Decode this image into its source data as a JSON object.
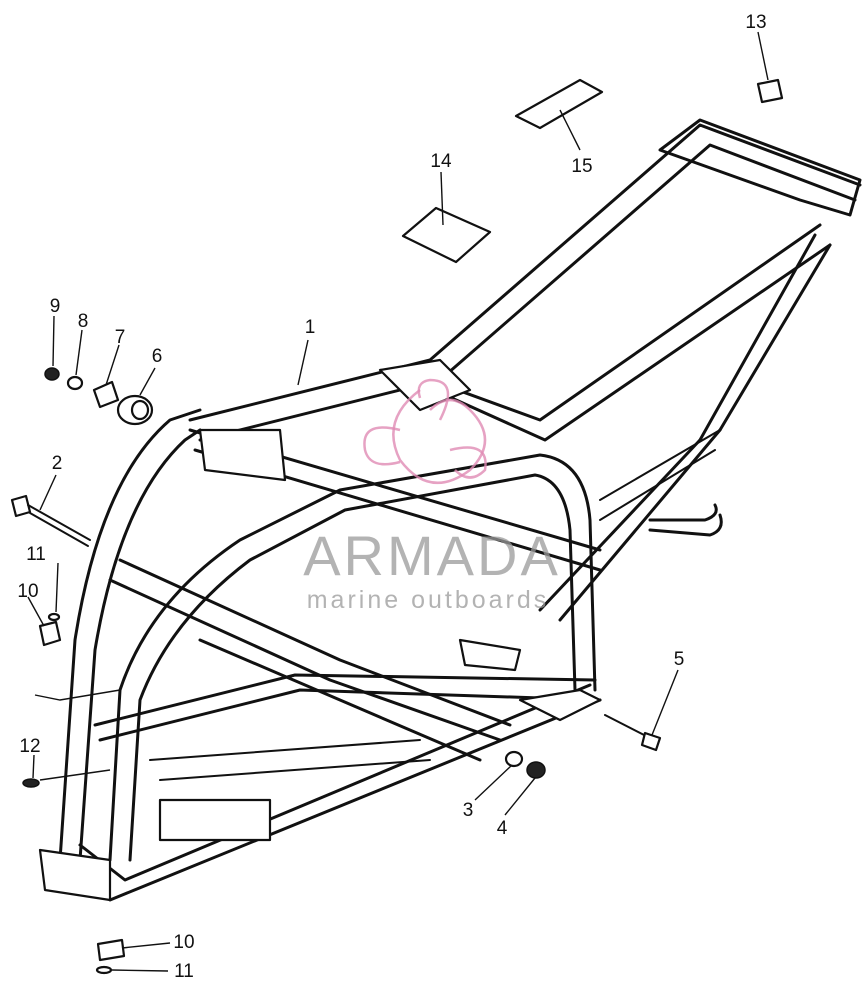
{
  "callouts": [
    {
      "id": "1",
      "label": "1"
    },
    {
      "id": "2",
      "label": "2"
    },
    {
      "id": "3",
      "label": "3"
    },
    {
      "id": "4",
      "label": "4"
    },
    {
      "id": "5",
      "label": "5"
    },
    {
      "id": "6",
      "label": "6"
    },
    {
      "id": "7",
      "label": "7"
    },
    {
      "id": "8",
      "label": "8"
    },
    {
      "id": "9",
      "label": "9"
    },
    {
      "id": "10a",
      "label": "10"
    },
    {
      "id": "10b",
      "label": "10"
    },
    {
      "id": "11a",
      "label": "11"
    },
    {
      "id": "11b",
      "label": "11"
    },
    {
      "id": "12",
      "label": "12"
    },
    {
      "id": "13",
      "label": "13"
    },
    {
      "id": "14",
      "label": "14"
    },
    {
      "id": "15",
      "label": "15"
    }
  ],
  "watermark": {
    "brand": "ARMADA",
    "tagline": "marine outboards",
    "logo_icon": "mermaid-logo-icon",
    "logo_color": "#e08bb4"
  }
}
